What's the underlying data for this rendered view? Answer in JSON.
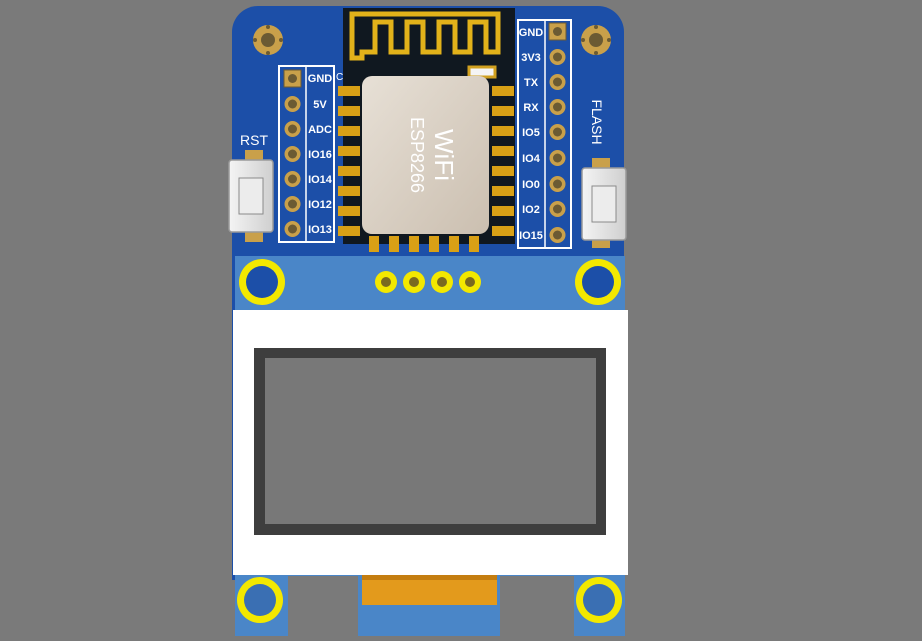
{
  "board": {
    "left_pins": [
      "GND",
      "5V",
      "ADC",
      "IO16",
      "IO14",
      "IO12",
      "IO13"
    ],
    "right_pins": [
      "GND",
      "3V3",
      "TX",
      "RX",
      "IO5",
      "IO4",
      "IO0",
      "IO2",
      "IO15"
    ],
    "rst_label": "RST",
    "flash_label": "FLASH",
    "module_brand": "WiFi",
    "module_model": "ESP8266",
    "left_pin_corner": "C"
  },
  "colors": {
    "background": "#7a7a7a",
    "pcb_blue": "#1c4fa8",
    "display_blue": "#4a86c8",
    "gold": "#d8a016",
    "oled_yellow": "#f3e800",
    "shield": "#d9d0c4",
    "ribbon": "#e39a1c"
  }
}
